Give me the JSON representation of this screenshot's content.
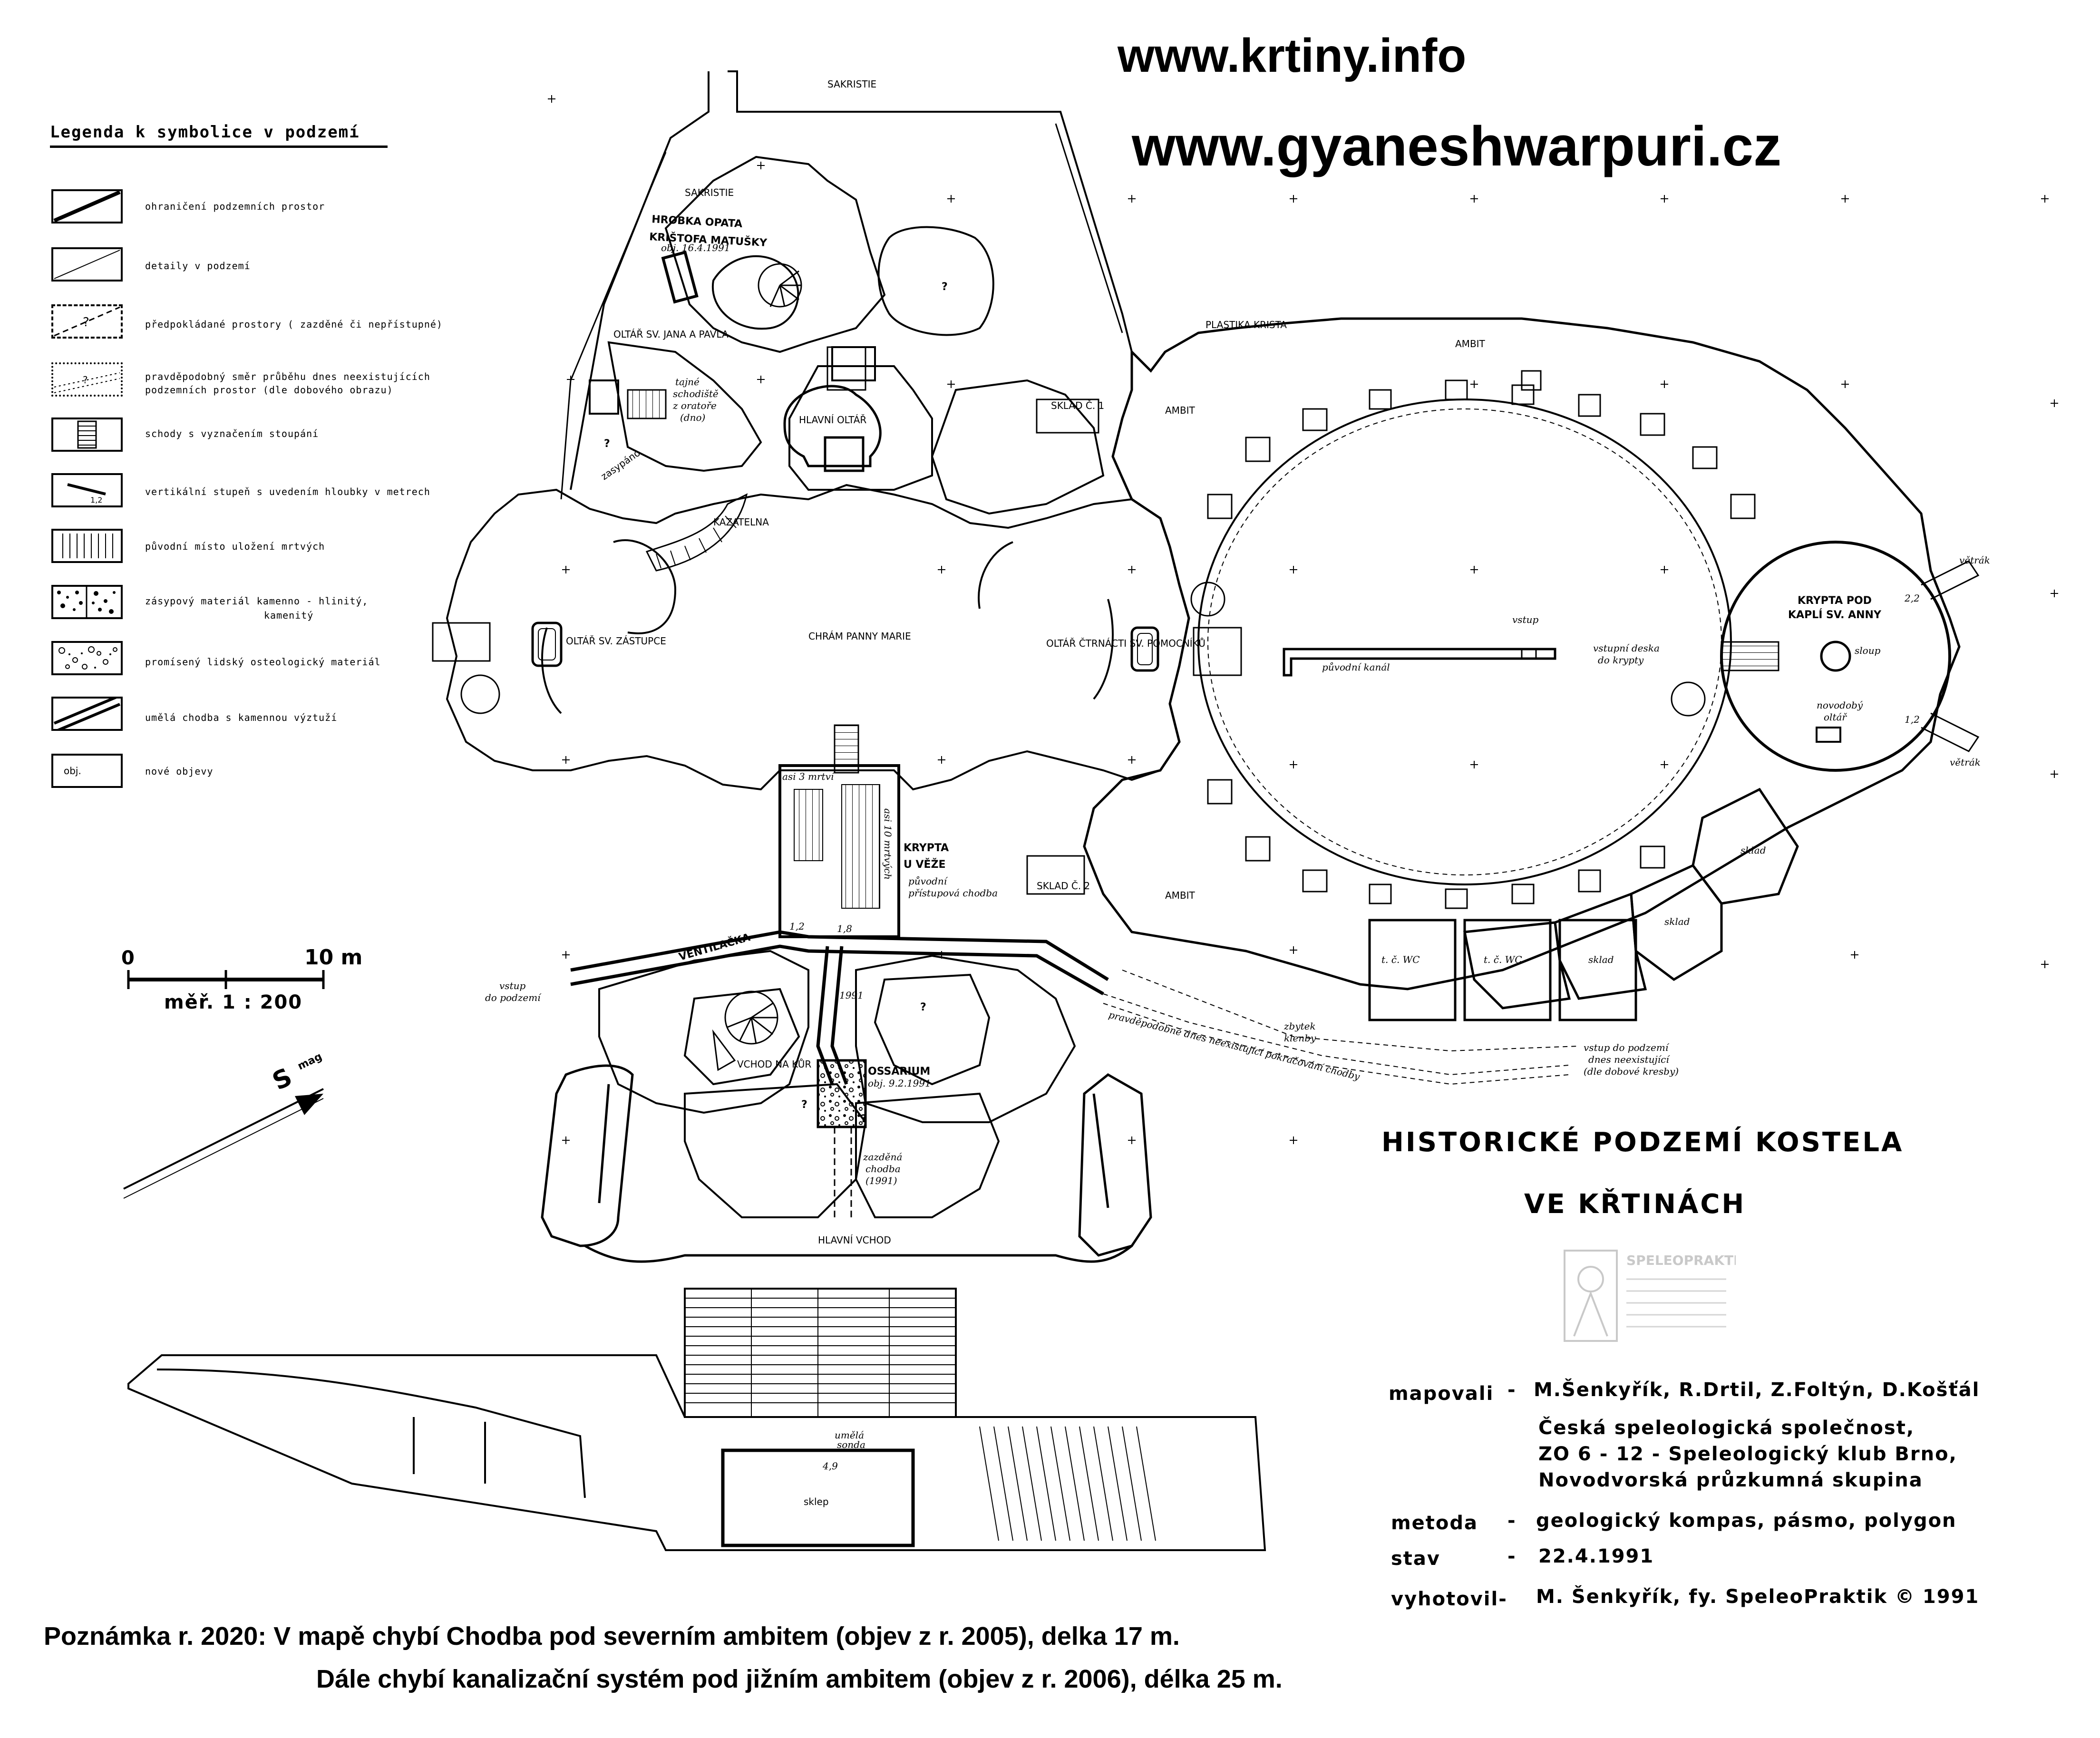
{
  "header": {
    "url_1": "www.krtiny.info",
    "url_2": "www.gyaneshwarpuri.cz"
  },
  "legend": {
    "title": "Legenda k symbolice v podzemí",
    "items": [
      {
        "symbol": "solid-diagonal",
        "label": "ohraničení podzemních prostor"
      },
      {
        "symbol": "thin-diagonal",
        "label": "detaily v podzemí"
      },
      {
        "symbol": "dashed-question",
        "label": "předpokládané prostory ( zazděné či nepřístupné)"
      },
      {
        "symbol": "dotted-question",
        "label": "pravděpodobný směr průběhu dnes neexistujících"
      },
      {
        "symbol": "none",
        "label": "podzemních prostor (dle dobového obrazu)"
      },
      {
        "symbol": "stairs",
        "label": "schody s vyznačením stoupání"
      },
      {
        "symbol": "step",
        "label": "vertikální stupeň s uvedením hloubky v metrech"
      },
      {
        "symbol": "hatched",
        "label": "původní místo uložení mrtvých"
      },
      {
        "symbol": "rubble",
        "label": "zásypový materiál kamenno - hlinitý,"
      },
      {
        "symbol": "none",
        "label": "kamenitý"
      },
      {
        "symbol": "bones",
        "label": "promísený lidský osteologický materiál"
      },
      {
        "symbol": "double-line",
        "label": "umělá chodba s kamennou výztuží"
      },
      {
        "symbol": "obj",
        "label": "nové objevy",
        "box_text": "obj."
      }
    ],
    "step_value": "1,2"
  },
  "scale": {
    "zero": "0",
    "ten": "10 m",
    "ratio": "měř. 1 : 200"
  },
  "north_arrow": {
    "label": "S",
    "sub": "mag"
  },
  "map_labels": {
    "hrobka_1": "HROBKA OPATA",
    "hrobka_2": "KRIŠTOFA MATUŠKY",
    "hrobka_3": "obj. 16.4.1991",
    "tajne_1": "tajné",
    "tajne_2": "schodiště",
    "tajne_3": "z oratoře",
    "tajne_4": "(dno)",
    "zasypano": "zasypáno",
    "kazatelna": "KAZATELNA",
    "oltar_jana": "OLTÁŘ SV. JANA A PAVLA",
    "hlavni_oltar": "HLAVNÍ OLTÁŘ",
    "oltar_1": "OLTÁŘ SV. ZÁSTUPCE",
    "oltar_2": "OLTÁŘ ČTRNÁCTI SV. POMOCNÍKŮ",
    "chram": "CHRÁM PANNY MARIE",
    "sakristie": "SAKRISTIE",
    "plastika": "PLASTIKA KRISTA",
    "ambit": "AMBIT",
    "sklad_1": "SKLAD Č. 1",
    "sklad_2": "SKLAD Č. 2",
    "vstup_top": "vstup",
    "puvodni_kanal": "původní kanál",
    "vstupni_deska_1": "vstupní deska",
    "vstupni_deska_2": "do krypty",
    "krypta_anny_1": "KRYPTA POD",
    "krypta_anny_2": "KAPLÍ SV. ANNY",
    "sloup": "sloup",
    "novodoby_1": "novodobý",
    "novodoby_2": "oltář",
    "vetrak": "větrák",
    "sklad": "sklad",
    "tc_wc": "t. č. WC",
    "krypta_veze_1": "KRYPTA",
    "krypta_veze_2": "U VĚŽE",
    "puvodni_pristup_1": "původní",
    "puvodni_pristup_2": "přístupová chodba",
    "ventilacka": "VENTILAČKA",
    "vstup_podzemi_1": "vstup",
    "vstup_podzemi_2": "do podzemí",
    "osm_mrtvych": "asi 3 mrtví",
    "deset_mrtvych": "asi 10 mrtvých",
    "rok_1991": "1991",
    "ossarium_1": "OSSARIUM",
    "ossarium_2": "obj. 9.2.1991",
    "zazdena_1": "zazděná",
    "zazdena_2": "chodba",
    "zazdena_3": "(1991)",
    "vchod_kur": "VCHOD NA KŮR",
    "hlavni_vchod": "HLAVNÍ VCHOD",
    "zbytek_1": "zbytek",
    "zbytek_2": "klenby",
    "pravdepodobne": "pravděpodobné dnes neexistující pokračování chodby",
    "vstup_dobove_1": "vstup do podzemí",
    "vstup_dobove_2": "dnes neexistující",
    "vstup_dobove_3": "(dle dobové kresby)",
    "umela_sonda_1": "umělá",
    "umela_sonda_2": "sonda",
    "skiep": "sklep",
    "step_1": "1,2",
    "step_2": "1,8",
    "step_3": "2,2",
    "step_4": "1,2",
    "step_5": "4,9",
    "question": "?"
  },
  "title": {
    "line1": "HISTORICKÉ  PODZEMÍ  KOSTELA",
    "line2": "VE  KŘTINÁCH"
  },
  "stamp": {
    "name": "SPELEOPRAKTIK"
  },
  "credits": {
    "mapovali_label": "mapovali",
    "mapovali_dash": "-",
    "mapovali_value": "M.Šenkyřík, R.Drtil, Z.Foltýn, D.Košťál",
    "org_1": "Česká speleologická společnost,",
    "org_2": "ZO 6 - 12 - Speleologický klub Brno,",
    "org_3": "Novodvorská průzkumná skupina",
    "metoda_label": "metoda",
    "metoda_dash": "-",
    "metoda_value": "geologický kompas, pásmo, polygon",
    "stav_label": "stav",
    "stav_dash": "-",
    "stav_value": "22.4.1991",
    "vyhotovil_label": "vyhotovil-",
    "vyhotovil_value": "M. Šenkyřík, fy. SpeleoPraktik © 1991"
  },
  "note": {
    "line1": "Poznámka r. 2020: V mapě chybí Chodba pod severním ambitem (objev z r. 2005), delka 17 m.",
    "line2": "Dále chybí kanalizační systém pod jižním ambitem (objev z r. 2006), délka 25 m."
  }
}
